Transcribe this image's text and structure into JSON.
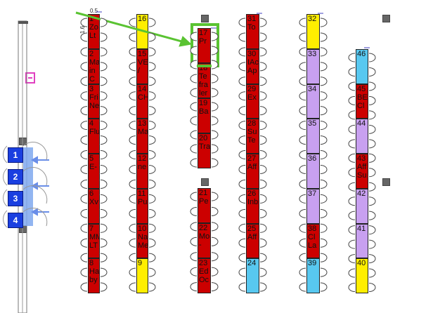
{
  "colors": {
    "red": "#cc0000",
    "yellow": "#ffee00",
    "purple": "#c8a0f0",
    "blue": "#58c8f0",
    "door_blue": "#1a3fe0",
    "green_highlight": "#5ac332"
  },
  "dimensions": {
    "top": "0.5",
    "side": "1.6"
  },
  "doors": [
    "1",
    "2",
    "3",
    "4"
  ],
  "columns": [
    {
      "id": "c1",
      "stalls": [
        {
          "num": "1",
          "lines": [
            "Zo",
            "Lt"
          ],
          "color": "red"
        },
        {
          "num": "2",
          "lines": [
            "Ma",
            "in",
            "C"
          ],
          "color": "red"
        },
        {
          "num": "3",
          "lines": [
            "Fri",
            "Ne"
          ],
          "color": "red"
        },
        {
          "num": "4",
          "lines": [
            "Flu"
          ],
          "color": "red"
        },
        {
          "num": "5",
          "lines": [
            "E-"
          ],
          "color": "red"
        },
        {
          "num": "6",
          "lines": [
            "Xv"
          ],
          "color": "red"
        },
        {
          "num": "7",
          "lines": [
            "MM",
            "LT"
          ],
          "color": "red"
        },
        {
          "num": "8",
          "lines": [
            "Ha",
            "by"
          ],
          "color": "red"
        }
      ]
    },
    {
      "id": "c2",
      "stalls": [
        {
          "num": "16",
          "lines": [],
          "color": "yellow"
        },
        {
          "num": "15",
          "lines": [
            "VE",
            "/"
          ],
          "color": "red"
        },
        {
          "num": "14",
          "lines": [
            "CH"
          ],
          "color": "red"
        },
        {
          "num": "13",
          "lines": [
            "Ma"
          ],
          "color": "red"
        },
        {
          "num": "12",
          "lines": [
            "ne"
          ],
          "color": "red"
        },
        {
          "num": "11",
          "lines": [
            "Pu"
          ],
          "color": "red"
        },
        {
          "num": "10",
          "lines": [
            "Na",
            "Me"
          ],
          "color": "red"
        },
        {
          "num": "9",
          "lines": [],
          "color": "yellow"
        }
      ]
    },
    {
      "id": "c3a",
      "stalls": [
        {
          "num": "17",
          "lines": [
            "Pr"
          ],
          "color": "red"
        },
        {
          "num": "18",
          "lines": [
            "Te",
            "fra",
            "ler"
          ],
          "color": "red"
        },
        {
          "num": "19",
          "lines": [
            "Ba"
          ],
          "color": "red"
        },
        {
          "num": "20",
          "lines": [
            "Tra"
          ],
          "color": "red"
        }
      ]
    },
    {
      "id": "c3b",
      "stalls": [
        {
          "num": "21",
          "lines": [
            "Pe"
          ],
          "color": "red"
        },
        {
          "num": "22",
          "lines": [
            "Mo",
            "-"
          ],
          "color": "red"
        },
        {
          "num": "23",
          "lines": [
            "Ed",
            "Oc"
          ],
          "color": "red"
        }
      ]
    },
    {
      "id": "c4",
      "stalls": [
        {
          "num": "31",
          "lines": [
            "To"
          ],
          "color": "red"
        },
        {
          "num": "30",
          "lines": [
            "IAc",
            "Ap"
          ],
          "color": "red"
        },
        {
          "num": "29",
          "lines": [
            "Ex"
          ],
          "color": "red"
        },
        {
          "num": "28",
          "lines": [
            "Su",
            "Te"
          ],
          "color": "red"
        },
        {
          "num": "27",
          "lines": [
            "Aff"
          ],
          "color": "red"
        },
        {
          "num": "26",
          "lines": [
            "Inb"
          ],
          "color": "red"
        },
        {
          "num": "25",
          "lines": [
            "Aff"
          ],
          "color": "red"
        },
        {
          "num": "24",
          "lines": [],
          "color": "blue"
        }
      ]
    },
    {
      "id": "c5",
      "stalls": [
        {
          "num": "32",
          "lines": [],
          "color": "yellow"
        },
        {
          "num": "33",
          "lines": [],
          "color": "purple"
        },
        {
          "num": "34",
          "lines": [],
          "color": "purple"
        },
        {
          "num": "35",
          "lines": [],
          "color": "purple"
        },
        {
          "num": "36",
          "lines": [],
          "color": "purple"
        },
        {
          "num": "37",
          "lines": [],
          "color": "purple"
        },
        {
          "num": "38",
          "lines": [
            "Cl",
            "La"
          ],
          "color": "red"
        },
        {
          "num": "39",
          "lines": [],
          "color": "blue"
        }
      ]
    },
    {
      "id": "c6",
      "stalls": [
        {
          "num": "46",
          "lines": [],
          "color": "blue"
        },
        {
          "num": "45",
          "lines": [
            "BE",
            "Cl"
          ],
          "color": "red"
        },
        {
          "num": "44",
          "lines": [],
          "color": "purple"
        },
        {
          "num": "43",
          "lines": [
            "Aff",
            "Su"
          ],
          "color": "red"
        },
        {
          "num": "42",
          "lines": [],
          "color": "purple"
        },
        {
          "num": "41",
          "lines": [],
          "color": "purple"
        },
        {
          "num": "40",
          "lines": [],
          "color": "yellow"
        }
      ]
    }
  ]
}
